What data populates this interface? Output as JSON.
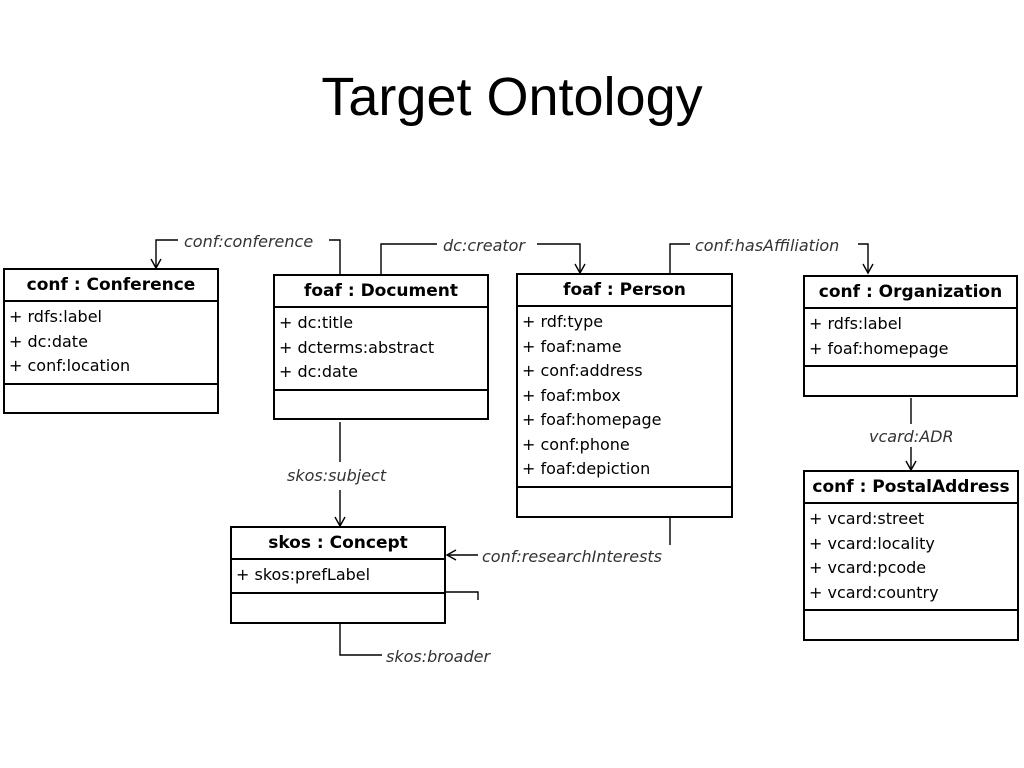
{
  "title": "Target Ontology",
  "classes": {
    "conference": {
      "name": "conf : Conference",
      "attrs": [
        "+ rdfs:label",
        "+ dc:date",
        "+ conf:location"
      ]
    },
    "document": {
      "name": "foaf : Document",
      "attrs": [
        "+ dc:title",
        "+ dcterms:abstract",
        "+ dc:date"
      ]
    },
    "person": {
      "name": "foaf : Person",
      "attrs": [
        "+ rdf:type",
        "+ foaf:name",
        "+ conf:address",
        "+ foaf:mbox",
        "+ foaf:homepage",
        "+ conf:phone",
        "+ foaf:depiction"
      ]
    },
    "organization": {
      "name": "conf : Organization",
      "attrs": [
        "+ rdfs:label",
        "+ foaf:homepage"
      ]
    },
    "concept": {
      "name": "skos : Concept",
      "attrs": [
        "+ skos:prefLabel"
      ]
    },
    "postal": {
      "name": "conf : PostalAddress",
      "attrs": [
        "+ vcard:street",
        "+ vcard:locality",
        "+ vcard:pcode",
        "+ vcard:country"
      ]
    }
  },
  "relations": {
    "conference": "conf:conference",
    "creator": "dc:creator",
    "affiliation": "conf:hasAffiliation",
    "subject": "skos:subject",
    "interests": "conf:researchInterests",
    "broader": "skos:broader",
    "adr": "vcard:ADR"
  }
}
